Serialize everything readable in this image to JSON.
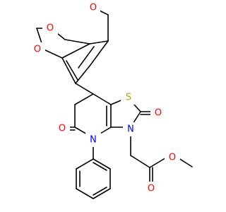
{
  "molecule": {
    "colors": {
      "bond": "#000000",
      "O": "#ff0000",
      "N": "#0000ff",
      "S": "#b8a400"
    },
    "atoms": [
      {
        "id": "a1",
        "element": "O",
        "label": "O"
      },
      {
        "id": "a2",
        "element": "O",
        "label": "O"
      },
      {
        "id": "a3",
        "element": "O",
        "label": "O"
      },
      {
        "id": "a4",
        "element": "S",
        "label": "S"
      },
      {
        "id": "a5",
        "element": "O",
        "label": "O"
      },
      {
        "id": "a6",
        "element": "O",
        "label": "O"
      },
      {
        "id": "a7",
        "element": "N",
        "label": "N"
      },
      {
        "id": "a8",
        "element": "N",
        "label": "N"
      },
      {
        "id": "a9",
        "element": "O",
        "label": "O"
      },
      {
        "id": "a10",
        "element": "O",
        "label": "O"
      }
    ]
  }
}
